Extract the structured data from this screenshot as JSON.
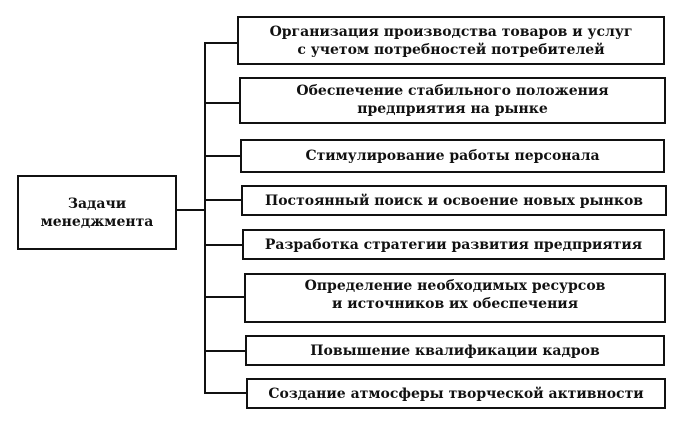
{
  "root": {
    "label": "Задачи\nменеджмента"
  },
  "tasks": [
    {
      "label": "Организация производства товаров и услуг\nс учетом потребностей потребителей"
    },
    {
      "label": "Обеспечение стабильного положения\nпредприятия на рынке"
    },
    {
      "label": "Стимулирование работы персонала"
    },
    {
      "label": "Постоянный поиск и освоение новых рынков"
    },
    {
      "label": "Разработка стратегии развития предприятия"
    },
    {
      "label": "Определение необходимых ресурсов\nи источников их обеспечения"
    },
    {
      "label": "Повышение квалификации кадров"
    },
    {
      "label": "Создание атмосферы творческой активности"
    }
  ]
}
